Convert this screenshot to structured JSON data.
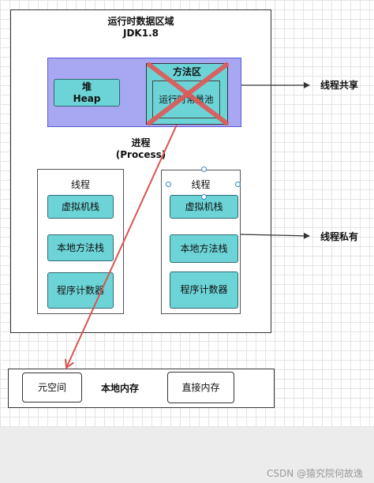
{
  "runtime_area": {
    "title_line1": "运行时数据区域",
    "title_line2": "JDK1.8"
  },
  "heap": {
    "line1": "堆",
    "line2": "Heap"
  },
  "method_area": {
    "title": "方法区",
    "inner_label": "运行时常量池"
  },
  "process": {
    "line1": "进程",
    "line2": "(Process)"
  },
  "threads": [
    {
      "title": "线程",
      "items": [
        "虚拟机栈",
        "本地方法栈",
        "程序计数器"
      ]
    },
    {
      "title": "线程",
      "items": [
        "虚拟机栈",
        "本地方法栈",
        "程序计数器"
      ]
    }
  ],
  "side_labels": {
    "shared": "线程共享",
    "private": "线程私有"
  },
  "native_memory": {
    "label": "本地内存",
    "metaspace": "元空间",
    "direct_memory": "直接内存"
  },
  "watermark": "CSDN @猿究院何故逸",
  "colors": {
    "cyan_fill": "#6cd3d7",
    "purple_fill": "#a8a7f2",
    "cross_red": "#e05a57",
    "arrow_red": "#d9534f"
  }
}
